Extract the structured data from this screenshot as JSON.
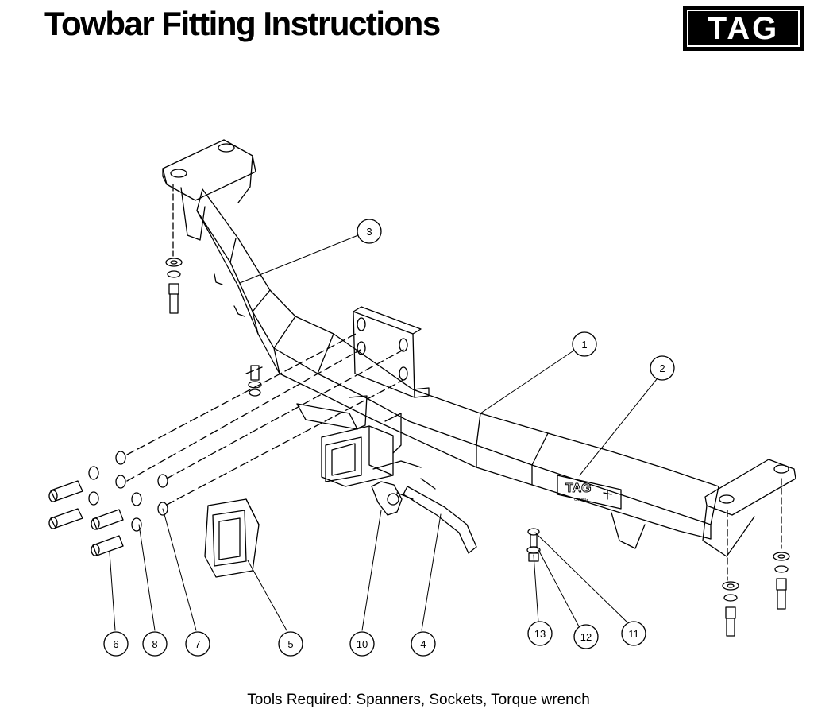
{
  "title": "Towbar Fitting Instructions",
  "brand": {
    "logo_text": "TAG",
    "plate_text": "TAG",
    "plate_subtext": "TOWING"
  },
  "callouts": [
    "1",
    "2",
    "3",
    "4",
    "5",
    "6",
    "7",
    "8",
    "10",
    "11",
    "12",
    "13"
  ],
  "callout_labels": {
    "c1": "1",
    "c2": "2",
    "c3": "3",
    "c4": "4",
    "c5": "5",
    "c6": "6",
    "c7": "7",
    "c8": "8",
    "c10": "10",
    "c11": "11",
    "c12": "12",
    "c13": "13"
  },
  "footer": {
    "tools_required": "Tools Required: Spanners, Sockets, Torque wrench"
  },
  "colors": {
    "ink": "#000000",
    "paper": "#ffffff"
  }
}
